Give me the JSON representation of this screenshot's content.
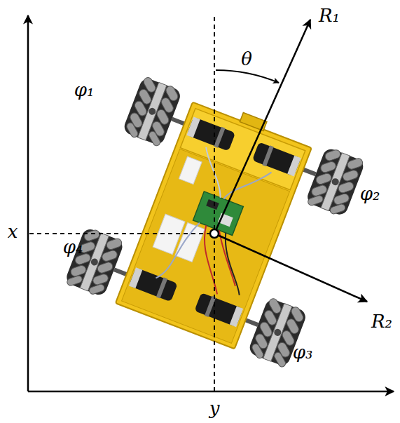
{
  "diagram": {
    "labels": [
      "R₁",
      "θ",
      "φ₁",
      "φ₂",
      "x",
      "φ₄",
      "R₂",
      "φ₃",
      "y"
    ]
  }
}
